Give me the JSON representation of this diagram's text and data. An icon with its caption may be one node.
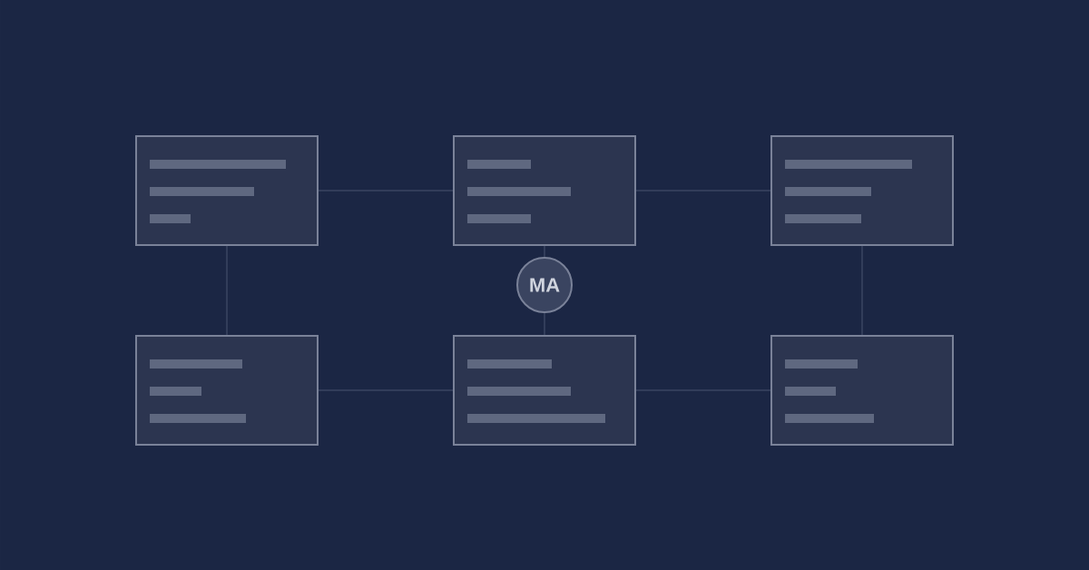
{
  "diagram": {
    "nodes": [
      {
        "text": [],
        "shape": "box"
      },
      {
        "text": [],
        "shape": "box"
      },
      {
        "text": [],
        "shape": "box"
      },
      {
        "text": [
          "MA"
        ]
      },
      {
        "text": [],
        "shape": "box"
      },
      {
        "text": [],
        "shape": "box"
      },
      {
        "text": [],
        "shape": "box"
      }
    ],
    "edges": [
      {
        "from": 0,
        "to": 1,
        "arrow": "none"
      },
      {
        "from": 1,
        "to": 2,
        "arrow": "none"
      },
      {
        "from": 0,
        "to": 4,
        "arrow": "none"
      },
      {
        "from": 2,
        "to": 6,
        "arrow": "none"
      },
      {
        "from": 1,
        "to": 3,
        "arrow": "none"
      },
      {
        "from": 3,
        "to": 5,
        "arrow": "none"
      },
      {
        "from": 4,
        "to": 5,
        "arrow": "none"
      },
      {
        "from": 5,
        "to": 6,
        "arrow": "none"
      }
    ]
  }
}
